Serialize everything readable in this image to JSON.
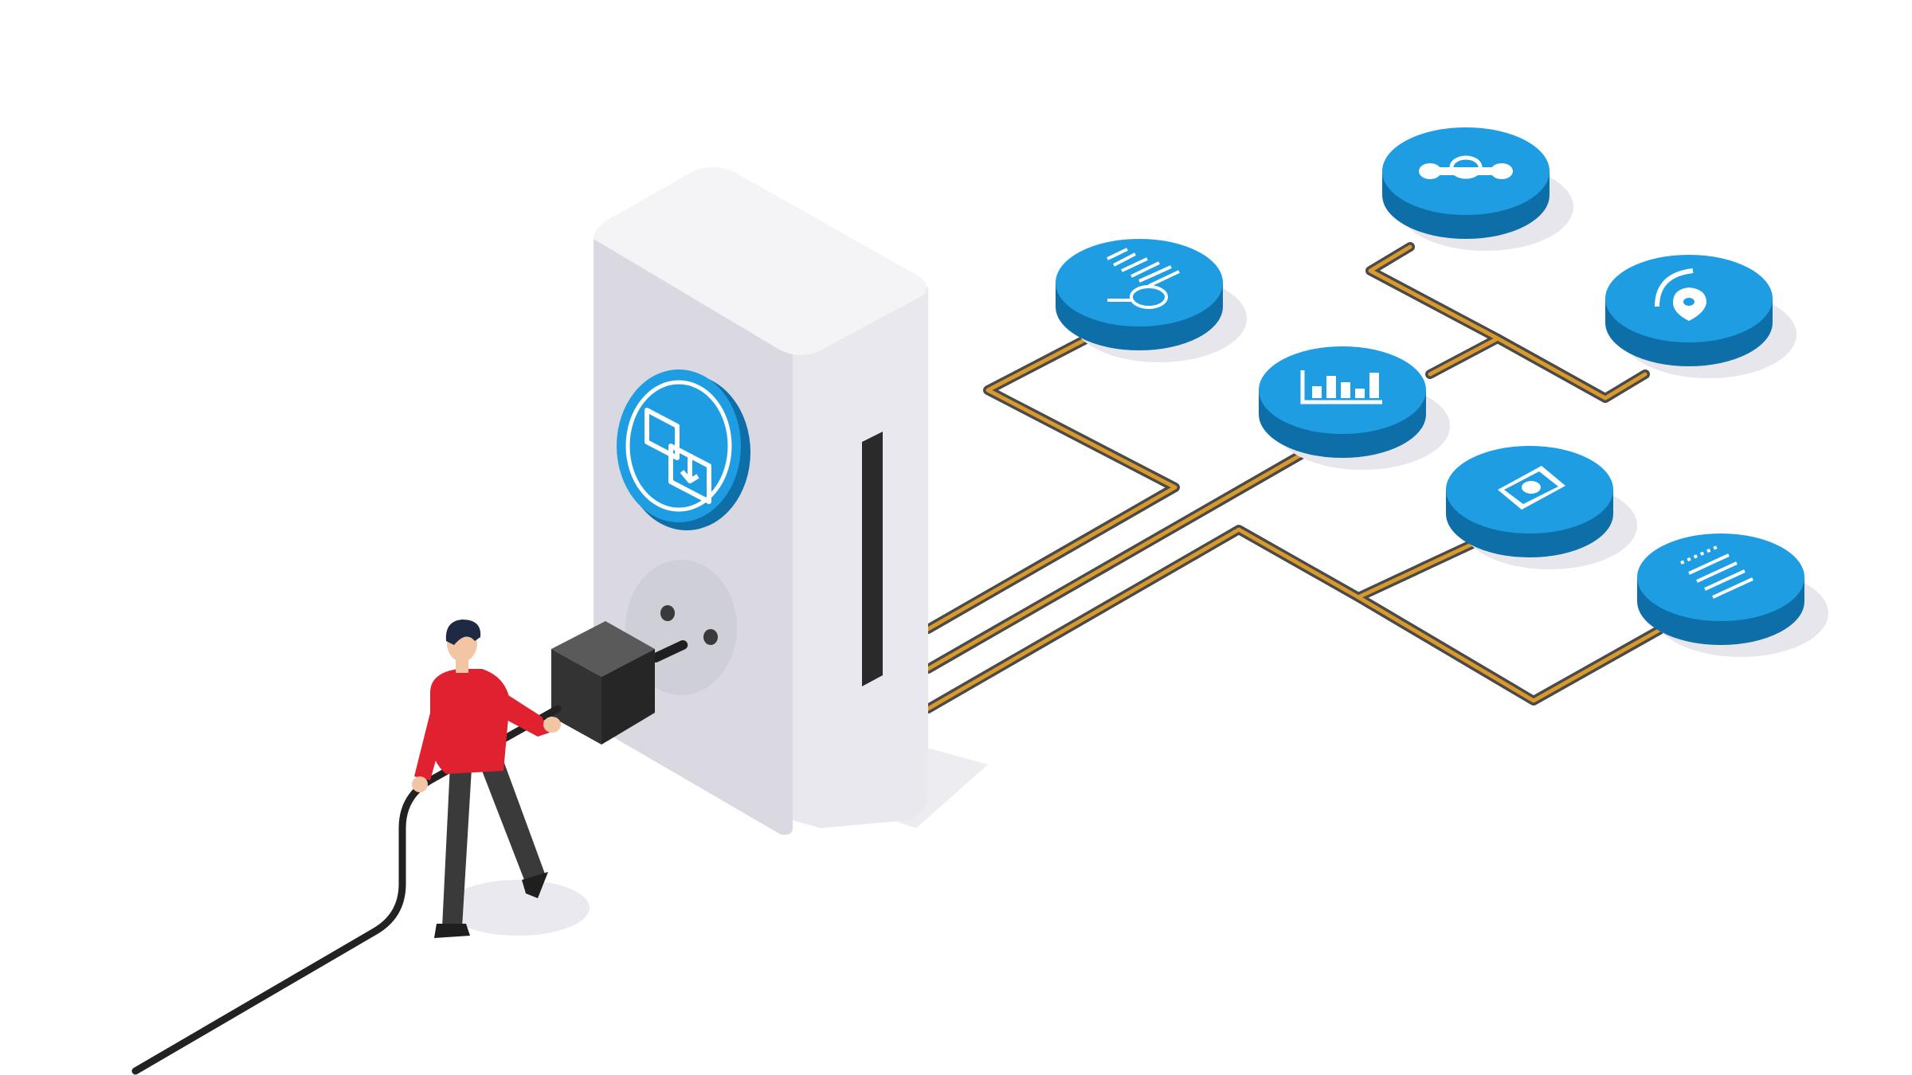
{
  "scene": {
    "description_visible_text": [],
    "palette": {
      "background": "#ffffff",
      "device_front": "#dcdbe3",
      "device_side": "#e9e9ee",
      "device_top": "#f4f4f7",
      "socket": "#cfcfd8",
      "slot": "#2a2a2a",
      "plug_dark": "#3b3b3b",
      "plug_darker": "#262626",
      "plug_top": "#5a5a5a",
      "cable": "#222222",
      "person_shirt": "#e0212f",
      "person_pants": "#3a3a3a",
      "person_hair": "#1e2a44",
      "person_skin": "#f2c5a5",
      "node_top": "#1e9de3",
      "node_side": "#0e6fa8",
      "node_shadow": "#e6e6ec",
      "icon_white": "#ffffff",
      "wire_outer": "#4a4a4a",
      "wire_inner": "#d99a2b"
    },
    "nodes": [
      {
        "name": "barcode-search-node",
        "icon": "barcode-search-icon"
      },
      {
        "name": "settings-tools-node",
        "icon": "wrench-gear-icon"
      },
      {
        "name": "location-gauge-node",
        "icon": "map-pin-gauge-icon"
      },
      {
        "name": "analytics-node",
        "icon": "bar-chart-icon"
      },
      {
        "name": "book-node",
        "icon": "book-icon"
      },
      {
        "name": "report-node",
        "icon": "report-list-icon"
      }
    ]
  }
}
